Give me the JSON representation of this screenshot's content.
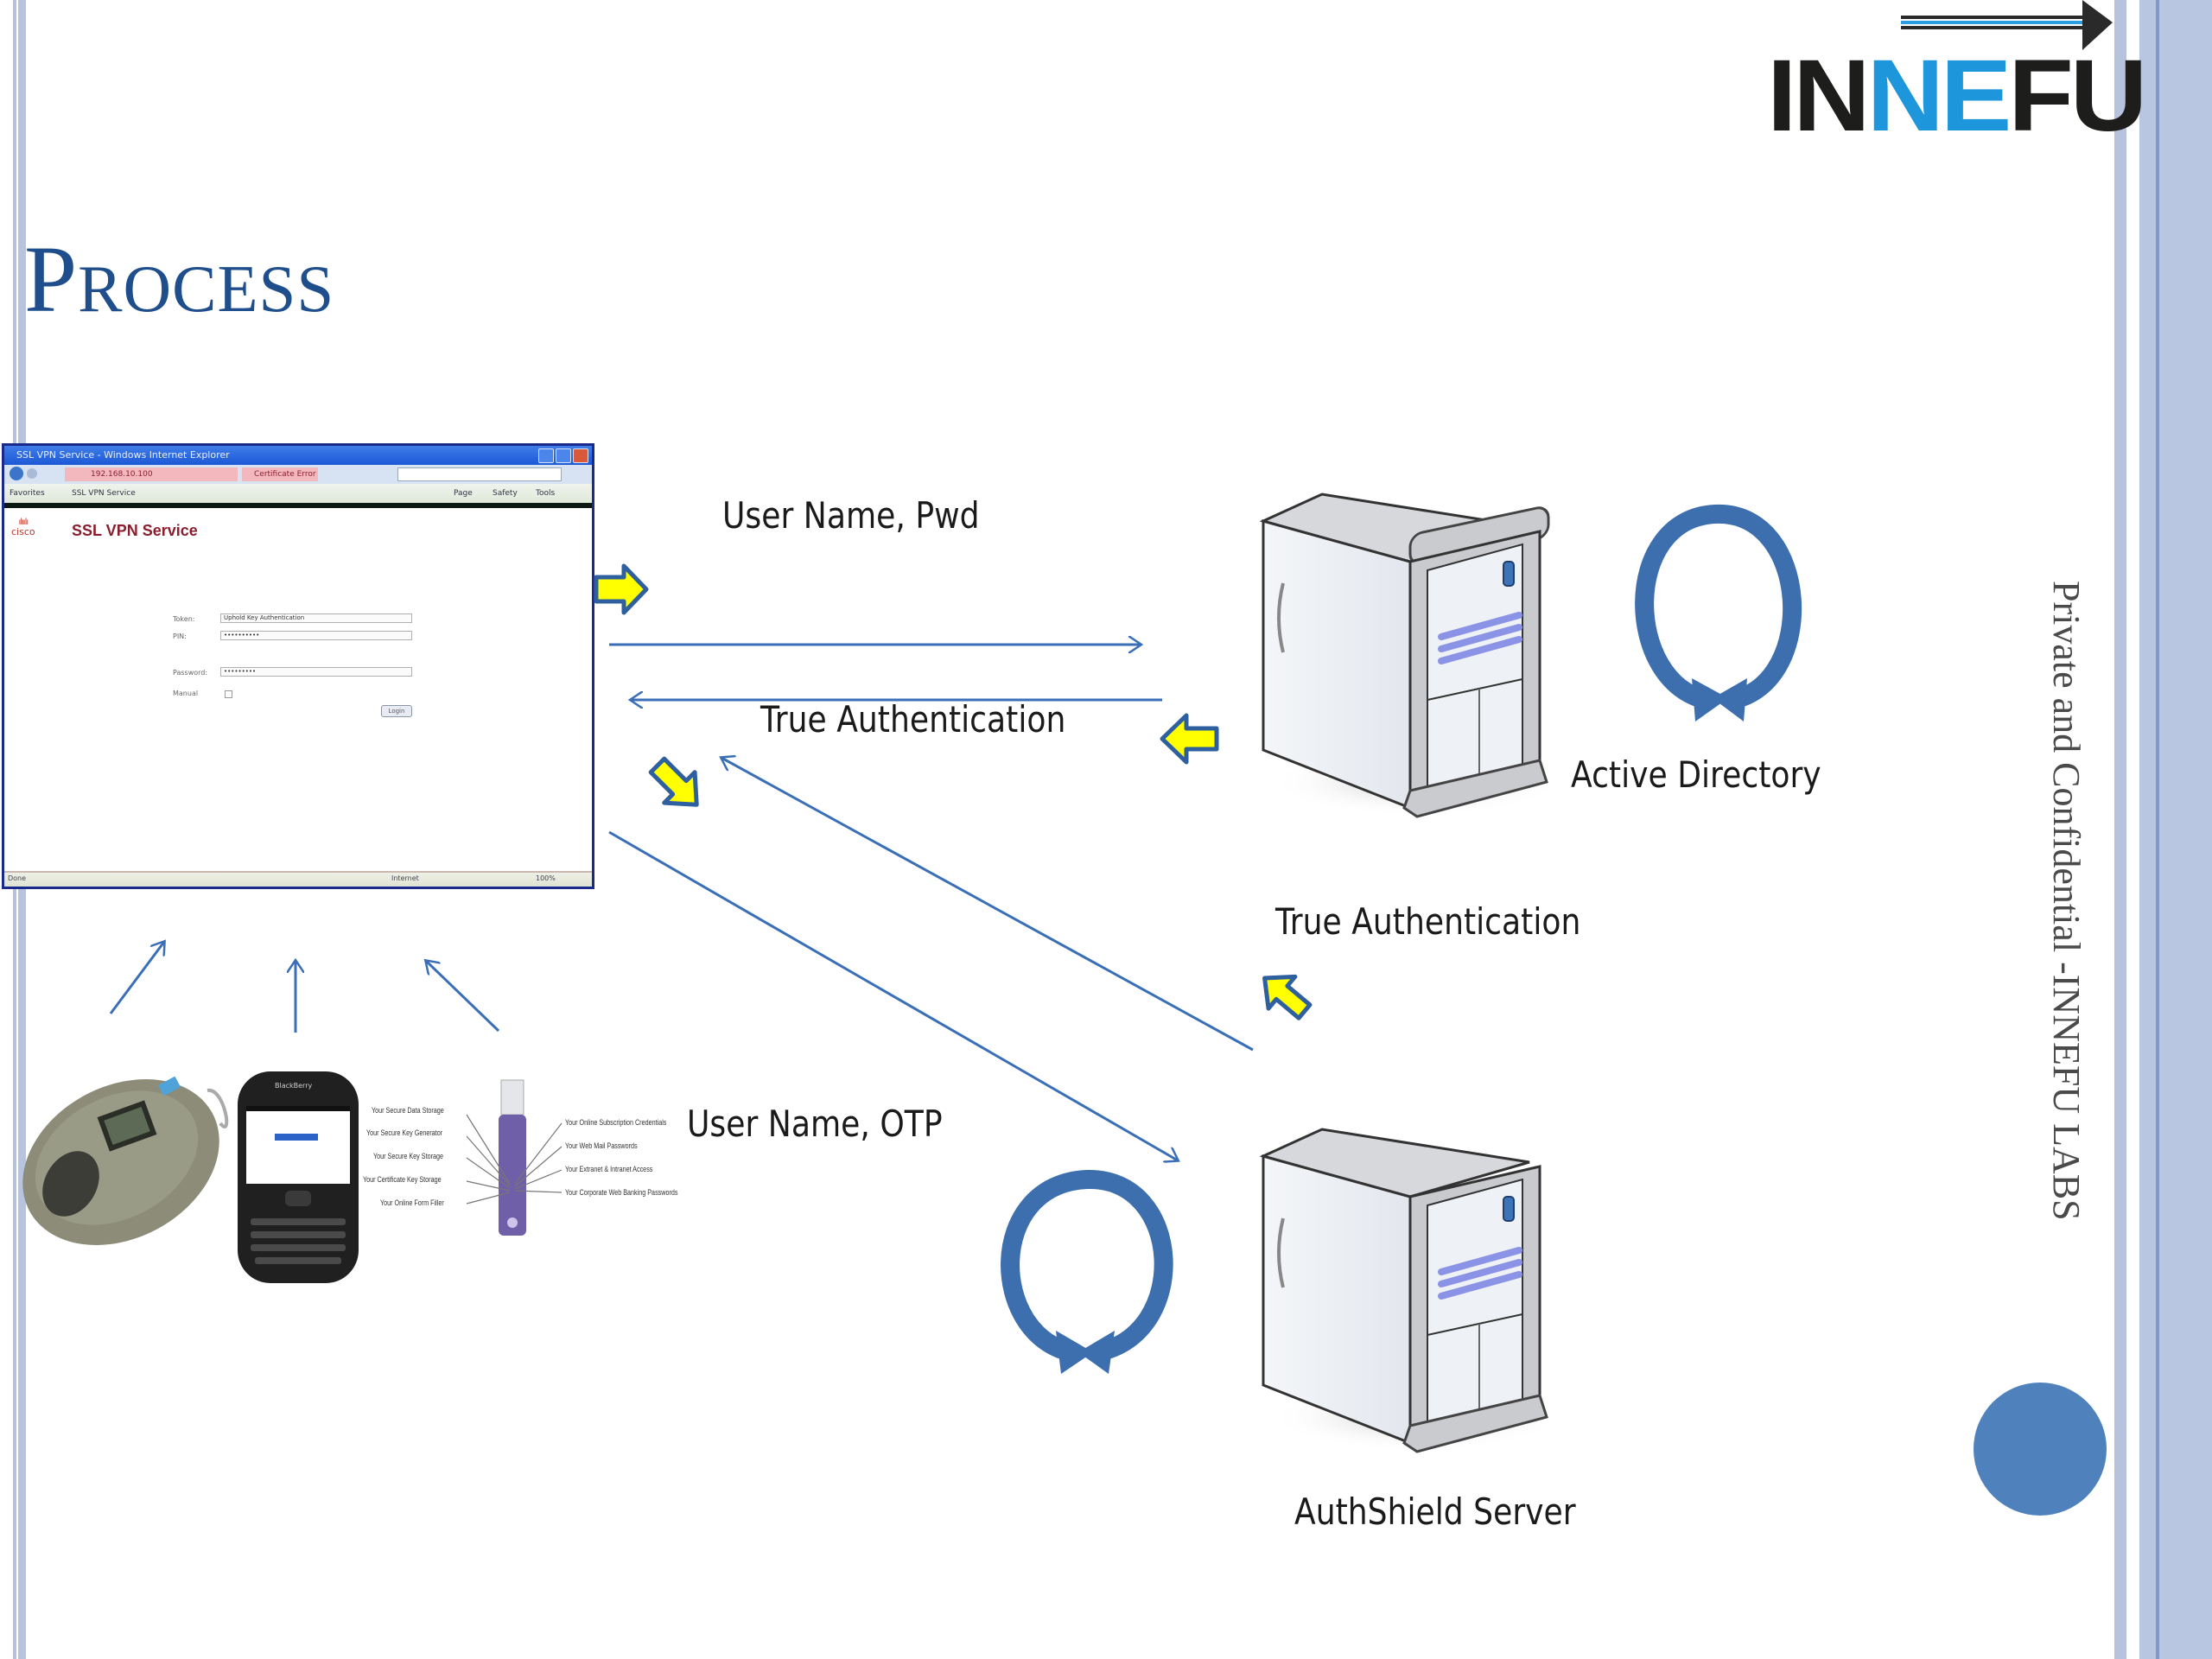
{
  "slide": {
    "title": "Process",
    "logo": {
      "part1": "IN",
      "part2": "NE",
      "part3": "FU",
      "brand_black": "#1d1d1b",
      "brand_blue": "#1e96dc"
    },
    "footer_vertical": "Private and Confidential -INNEFU LABS",
    "accent_color": "#4f81bd",
    "title_color": "#1f4e8c"
  },
  "browser": {
    "window_title": "SSL VPN Service - Windows Internet Explorer",
    "url": "192.168.10.100",
    "cert_label": "Certificate Error",
    "favorites_label": "Favorites",
    "tab_label": "SSL VPN Service",
    "toolbar_items": [
      "Page",
      "Safety",
      "Tools"
    ],
    "cisco_label": "cisco",
    "page_heading": "SSL VPN Service",
    "form": {
      "token_label": "Token:",
      "token_value": "Uphold Key Authentication",
      "pin_label": "PIN:",
      "pin_value": "••••••••••",
      "password_label": "Password:",
      "password_value": "•••••••••",
      "manual_label": "Manual",
      "login_label": "Login"
    },
    "status_left": "Done",
    "status_zone": "Internet",
    "status_zoom": "100%"
  },
  "devices": {
    "usb_left_labels": [
      "Your Secure Data Storage",
      "Your Secure Key Generator",
      "Your Secure Key Storage",
      "Your Certificate Key Storage",
      "Your Online Form Filler"
    ],
    "usb_right_labels": [
      "Your Online Subscription Credentials",
      "Your Web Mail Passwords",
      "Your Extranet & Intranet Access",
      "Your Corporate Web Banking Passwords"
    ],
    "phone_brand": "BlackBerry"
  },
  "diagram": {
    "label_user_pwd": "User Name, Pwd",
    "label_true_auth_1": "True Authentication",
    "label_active_directory": "Active Directory",
    "label_true_auth_2": "True Authentication",
    "label_user_otp": "User Name, OTP",
    "label_authshield": "AuthShield Server",
    "line_color": "#3a6fb7",
    "arrow_fill": "#ffff00",
    "arrow_stroke": "#2e5f9e"
  }
}
